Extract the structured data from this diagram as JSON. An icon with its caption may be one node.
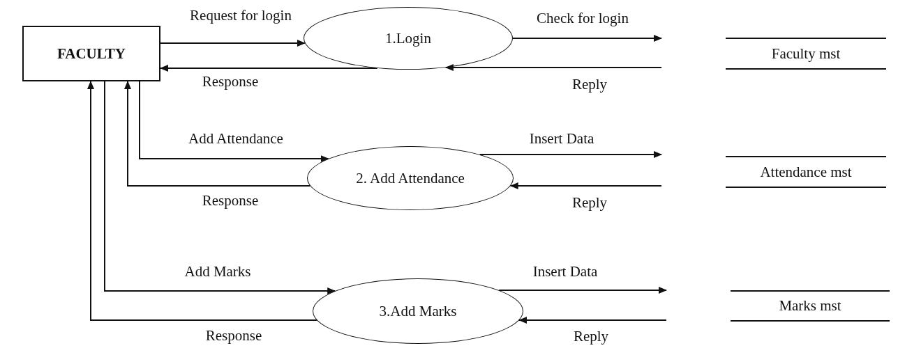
{
  "diagram": {
    "nodes": [
      {
        "text": [
          "FACULTY"
        ]
      },
      {
        "text": [
          "1.Login"
        ]
      },
      {
        "text": [
          "2. Add Attendance"
        ]
      },
      {
        "text": [
          "3.Add Marks"
        ]
      },
      {
        "text": [
          "Faculty mst"
        ]
      },
      {
        "text": [
          "Attendance mst"
        ]
      },
      {
        "text": [
          "Marks mst"
        ]
      }
    ],
    "edges": [
      {
        "from": 0,
        "to": 1,
        "arrow": "to",
        "label": "Request for login"
      },
      {
        "from": 1,
        "to": 0,
        "arrow": "to",
        "label": "Response"
      },
      {
        "from": 1,
        "to": null,
        "arrow": "to",
        "label": "Check for login"
      },
      {
        "from": null,
        "to": 1,
        "arrow": "to",
        "label": "Reply"
      },
      {
        "from": 0,
        "to": 2,
        "arrow": "to",
        "label": "Add Attendance"
      },
      {
        "from": 2,
        "to": 0,
        "arrow": "to",
        "label": "Response"
      },
      {
        "from": 2,
        "to": null,
        "arrow": "to",
        "label": "Insert Data"
      },
      {
        "from": null,
        "to": 2,
        "arrow": "to",
        "label": "Reply"
      },
      {
        "from": 0,
        "to": 3,
        "arrow": "to",
        "label": "Add Marks"
      },
      {
        "from": 3,
        "to": 0,
        "arrow": "to",
        "label": "Response"
      },
      {
        "from": 3,
        "to": null,
        "arrow": "to",
        "label": "Insert Data"
      },
      {
        "from": null,
        "to": 3,
        "arrow": "to",
        "label": "Reply"
      }
    ]
  }
}
